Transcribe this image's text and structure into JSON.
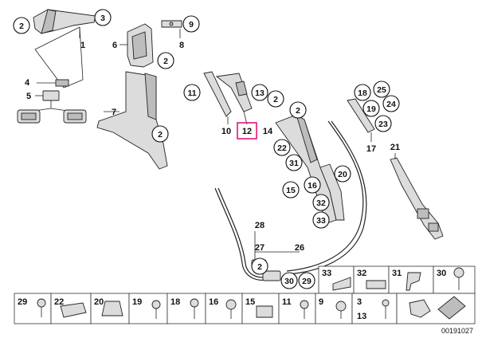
{
  "callouts": {
    "c1": "1",
    "c2a": "2",
    "c3": "3",
    "c4": "4",
    "c5": "5",
    "c6": "6",
    "c7": "7",
    "c8": "8",
    "c9": "9",
    "c2b": "2",
    "c2c": "2",
    "c2d": "2",
    "c2e": "2",
    "c2f": "2",
    "c10": "10",
    "c11": "11",
    "c12": "12",
    "c13": "13",
    "c14": "14",
    "c15": "15",
    "c16": "16",
    "c17": "17",
    "c18": "18",
    "c19": "19",
    "c20": "20",
    "c21": "21",
    "c22": "22",
    "c23": "23",
    "c24": "24",
    "c25": "25",
    "c26": "26",
    "c27": "27",
    "c28": "28",
    "c29": "29",
    "c30": "30",
    "c31": "31",
    "c32": "32",
    "c33": "33"
  },
  "legend_row1": [
    "33",
    "32",
    "31",
    "30"
  ],
  "legend_row2": [
    "29",
    "22",
    "20",
    "19",
    "18",
    "16",
    "15",
    "11",
    "9",
    "3",
    "13"
  ],
  "diagram_id": "00191027",
  "colors": {
    "highlight": "#e0177a",
    "part_fill": "#dcdcdc",
    "line": "#222222"
  }
}
